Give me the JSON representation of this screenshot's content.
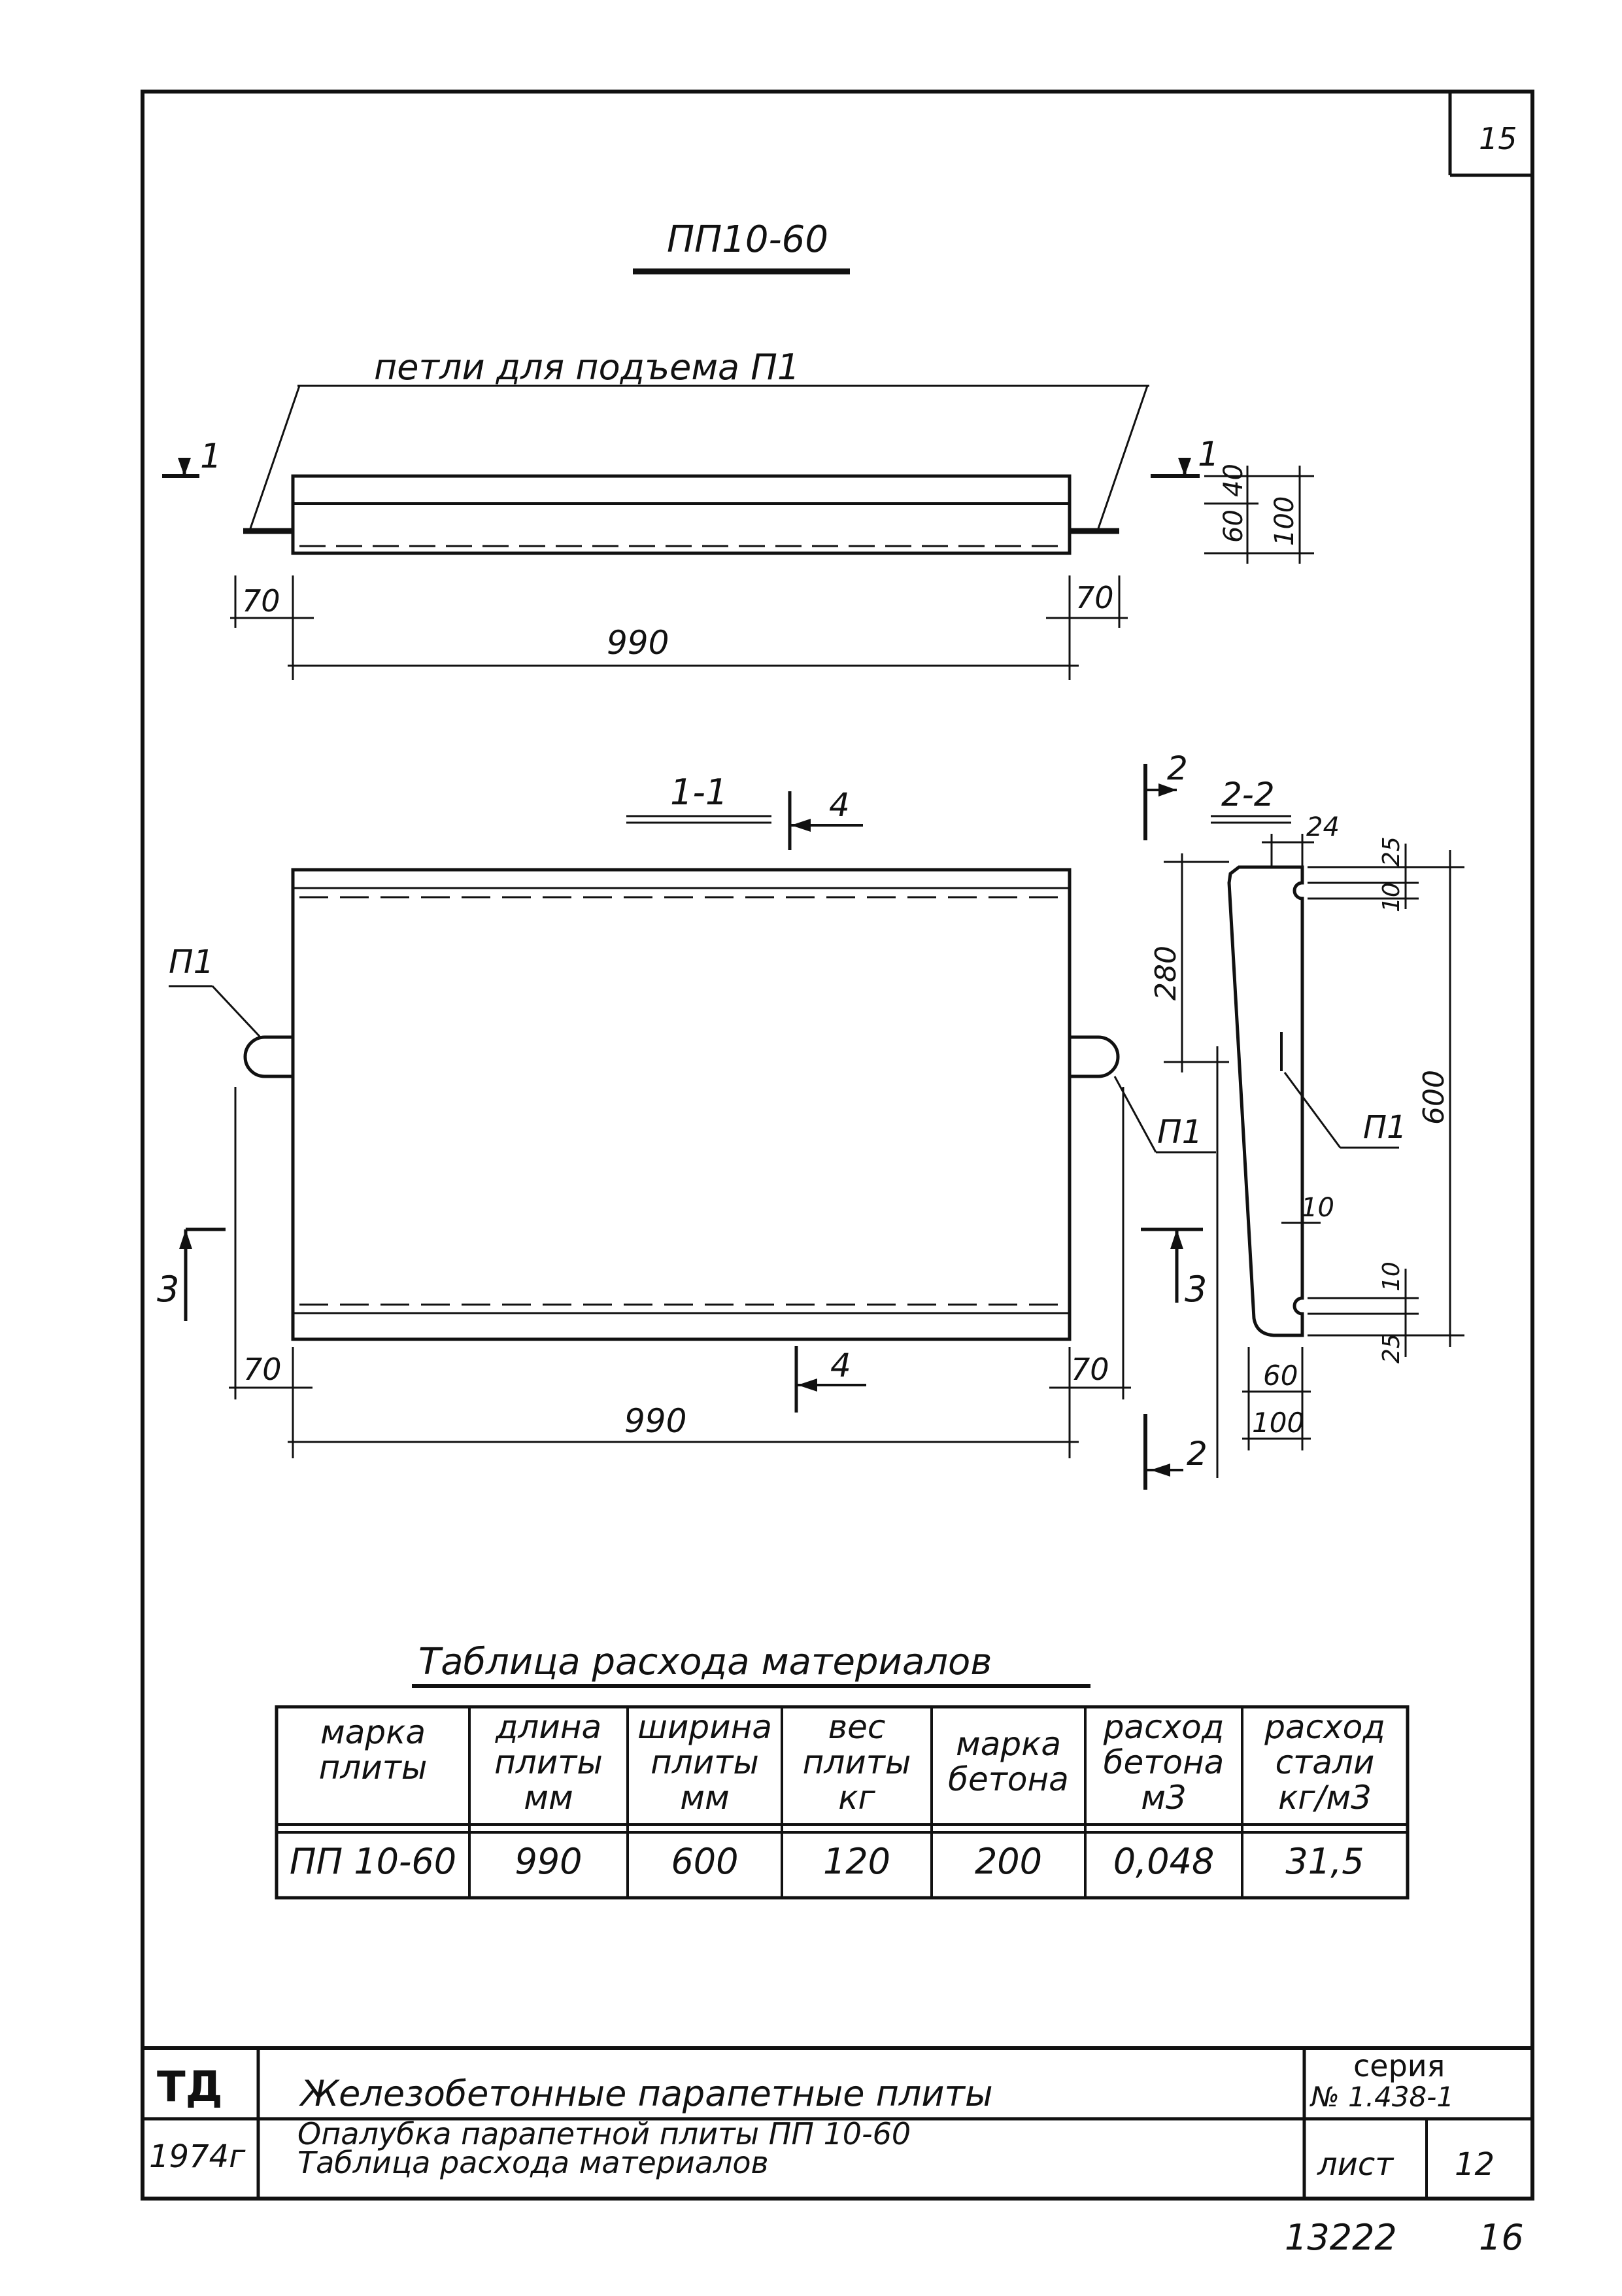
{
  "sheet_number": "15",
  "bottom_doc_number": "13222",
  "bottom_page": "16",
  "drawing_title": "ПП10-60",
  "plan": {
    "loops_label": "петли для подъема П1",
    "section_mark": "1",
    "dim_left": "70",
    "dim_right": "70",
    "dim_total": "990",
    "dim_h1": "60",
    "dim_h2": "40",
    "dim_h3": "100"
  },
  "section_1_1": {
    "title": "1-1",
    "mark_4_top": "4",
    "mark_4_bottom": "4",
    "loop_left": "П1",
    "loop_right": "П1",
    "mark_3_left": "3",
    "mark_3_right": "3",
    "dim_left": "70",
    "dim_right": "70",
    "dim_total": "990"
  },
  "section_2_2": {
    "mark_top": "2",
    "mark_bottom": "2",
    "title": "2-2",
    "dim_24": "24",
    "dim_25_top": "25",
    "dim_10_top": "10",
    "dim_280": "280",
    "dim_600": "600",
    "loop": "П1",
    "dim_10_mid": "10",
    "dim_10_bot": "10",
    "dim_25_bot": "25",
    "dim_60": "60",
    "dim_100": "100"
  },
  "table": {
    "title": "Таблица расхода материалов",
    "headers": [
      "марка\nплиты",
      "длина\nплиты\nмм",
      "ширина\nплиты\nмм",
      "вес\nплиты\nкг",
      "марка\nбетона",
      "расход\nбетона\nм3",
      "расход\nстали\nкг/м3"
    ],
    "row": [
      "ПП 10-60",
      "990",
      "600",
      "120",
      "200",
      "0,048",
      "31,5"
    ]
  },
  "title_block": {
    "org": "ТД",
    "year": "1974г",
    "main_title": "Железобетонные парапетные плиты",
    "sub_title_1": "Опалубка парапетной плиты ПП 10-60",
    "sub_title_2": "Таблица расхода материалов",
    "series_label": "серия",
    "series_number": "№ 1.438-1",
    "sheet_label": "лист",
    "sheet_value": "12"
  }
}
